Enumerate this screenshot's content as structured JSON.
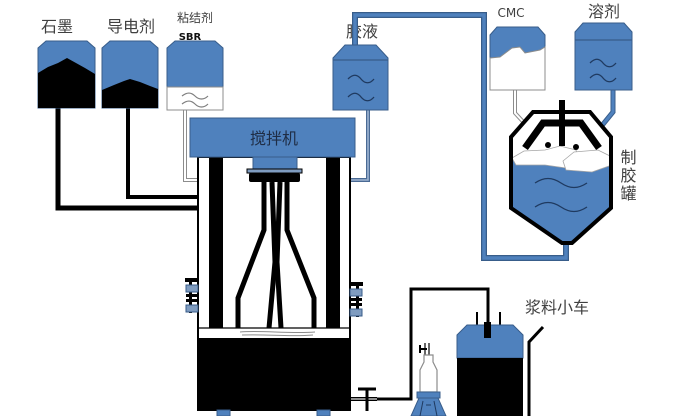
{
  "diagram": {
    "components": {
      "graphite": {
        "label": "石墨"
      },
      "conductive_agent": {
        "label": "导电剂"
      },
      "binder": {
        "label": "粘结剂",
        "sublabel": "SBR"
      },
      "glue_solution": {
        "label": "胶液"
      },
      "cmc": {
        "label": "CMC"
      },
      "solvent": {
        "label": "溶剂"
      },
      "mixer": {
        "label": "搅拌机"
      },
      "glue_tank": {
        "label": "制胶罐"
      },
      "slurry_cart": {
        "label": "浆料小车"
      }
    },
    "connections": [
      {
        "from": "graphite",
        "to": "mixer"
      },
      {
        "from": "conductive_agent",
        "to": "mixer"
      },
      {
        "from": "binder",
        "to": "mixer"
      },
      {
        "from": "glue_solution",
        "to": "mixer"
      },
      {
        "from": "cmc",
        "to": "glue_tank"
      },
      {
        "from": "solvent",
        "to": "glue_tank"
      },
      {
        "from": "glue_tank",
        "to": "glue_solution"
      },
      {
        "from": "mixer",
        "to": "slurry_cart"
      }
    ],
    "colors": {
      "vessel_blue": "#4f81bd",
      "vessel_outline": "#385d8a",
      "material_black": "#000000",
      "label_text": "#404040"
    }
  }
}
